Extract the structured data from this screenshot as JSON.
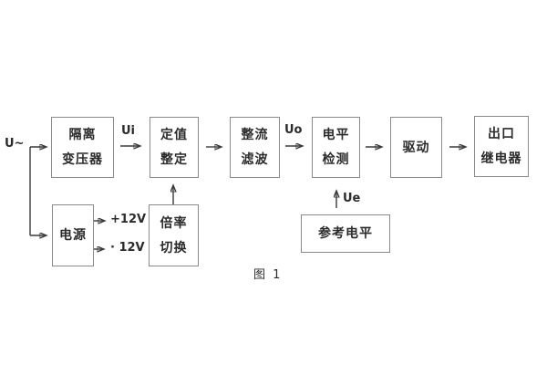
{
  "figure": {
    "caption": "图 1"
  },
  "blocks": {
    "isolation_transformer": {
      "line1": "隔离",
      "line2": "变压器"
    },
    "setting": {
      "line1": "定值",
      "line2": "整定"
    },
    "rectifier_filter": {
      "line1": "整流",
      "line2": "滤波"
    },
    "level_detection": {
      "line1": "电平",
      "line2": "检测"
    },
    "drive": {
      "label": "驱动"
    },
    "output_relay": {
      "line1": "出口",
      "line2": "继电器"
    },
    "power_supply": {
      "label": "电源"
    },
    "ratio_switch": {
      "line1": "倍率",
      "line2": "切换"
    },
    "reference_level": {
      "label": "参考电平"
    }
  },
  "signals": {
    "input": "U~",
    "ui": "Ui",
    "uo": "Uo",
    "ue": "Ue",
    "plus12v": "+12V",
    "minus12v": "· 12V"
  },
  "colors": {
    "background": "#ffffff",
    "line": "#3a3a3a",
    "box_border": "#8a8a8a",
    "text": "#2b2b2b"
  }
}
